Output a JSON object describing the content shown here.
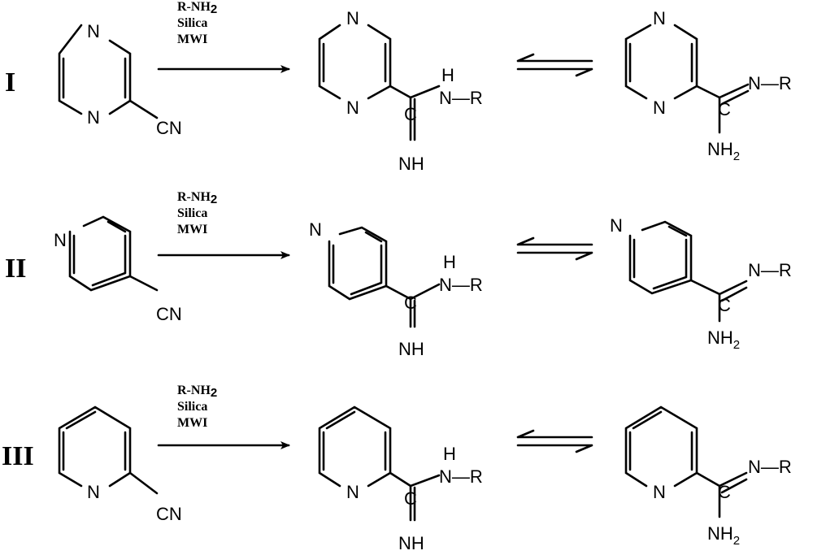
{
  "rows": [
    {
      "roman": "I",
      "reagents": [
        "R-NH",
        "2",
        "Silica",
        "MWI"
      ],
      "start": {
        "ring_n": [
          "N",
          "N"
        ],
        "cn": "CN"
      },
      "product": {
        "h": "H",
        "nr": "N—R",
        "c": "C",
        "nh": "NH",
        "ring_n": [
          "N",
          "N"
        ]
      },
      "tautomer": {
        "n_r": "N—R",
        "c": "C",
        "nh2": "NH",
        "nh2_sub": "2",
        "ring_n": [
          "N",
          "N"
        ]
      }
    },
    {
      "roman": "II",
      "reagents": [
        "R-NH",
        "2",
        "Silica",
        "MWI"
      ],
      "start": {
        "ring_n": [
          "N"
        ],
        "cn": "CN"
      },
      "product": {
        "h": "H",
        "nr": "N—R",
        "c": "C",
        "nh": "NH",
        "ring_n": [
          "N"
        ]
      },
      "tautomer": {
        "n_r": "N—R",
        "c": "C",
        "nh2": "NH",
        "nh2_sub": "2",
        "ring_n": [
          "N"
        ]
      }
    },
    {
      "roman": "III",
      "reagents": [
        "R-NH",
        "2",
        "Silica",
        "MWI"
      ],
      "start": {
        "ring_n": [
          "N"
        ],
        "cn": "CN"
      },
      "product": {
        "h": "H",
        "nr": "N—R",
        "c": "C",
        "nh": "NH",
        "ring_n": [
          "N"
        ]
      },
      "tautomer": {
        "n_r": "N—R",
        "c": "C",
        "nh2": "NH",
        "nh2_sub": "2",
        "ring_n": [
          "N"
        ]
      }
    }
  ]
}
